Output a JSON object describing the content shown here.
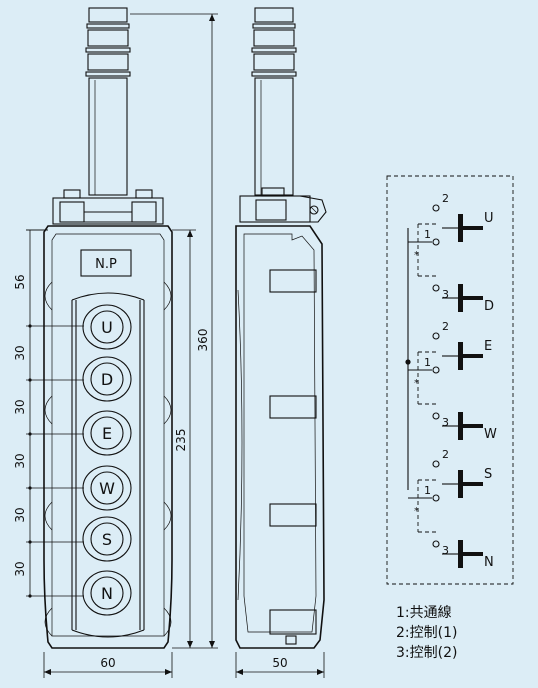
{
  "front_view": {
    "nameplate": "N.P",
    "buttons": [
      "U",
      "D",
      "E",
      "W",
      "S",
      "N"
    ]
  },
  "dimensions": {
    "vertical": [
      "56",
      "30",
      "30",
      "30",
      "30",
      "30"
    ],
    "width_front": "60",
    "height_total": "360",
    "height_body": "235",
    "width_side": "50"
  },
  "circuit": {
    "contact_labels": {
      "common": "1",
      "control1": "2",
      "control2": "3"
    },
    "outputs": [
      "U",
      "D",
      "E",
      "W",
      "S",
      "N"
    ]
  },
  "legend": [
    {
      "text": "1:共通線"
    },
    {
      "text": "2:控制(1)"
    },
    {
      "text": "3:控制(2)"
    }
  ]
}
